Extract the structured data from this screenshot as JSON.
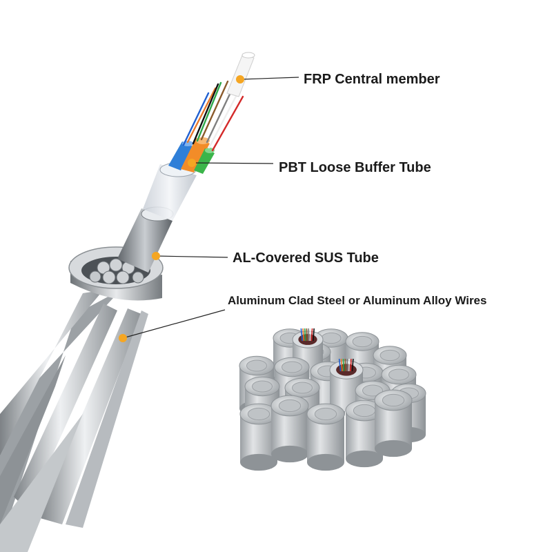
{
  "labels": {
    "frp": "FRP Central member",
    "pbt": "PBT Loose Buffer Tube",
    "al_sus": "AL-Covered SUS Tube",
    "wires": "Aluminum Clad Steel or Aluminum Alloy Wires"
  },
  "colors": {
    "marker": "#f5a623",
    "leader_line": "#222222",
    "steel_light": "#e4e6e8",
    "steel_mid": "#aeb2b6",
    "steel_dark": "#6d7276",
    "tube_orange": "#f28c28",
    "tube_blue": "#2f7fd8",
    "tube_green": "#3bb54a",
    "buffer_jacket": "#dfe4ea",
    "frp_rod": "#f4f4f4"
  },
  "fiber_colors": [
    "#1f5fd1",
    "#e8772a",
    "#2fa84a",
    "#8a5a2b",
    "#7f7f7f",
    "#eeeeee",
    "#d42a2a",
    "#111111",
    "#e6c21d",
    "#8a3bc2",
    "#e85aa5",
    "#22b5c9"
  ]
}
